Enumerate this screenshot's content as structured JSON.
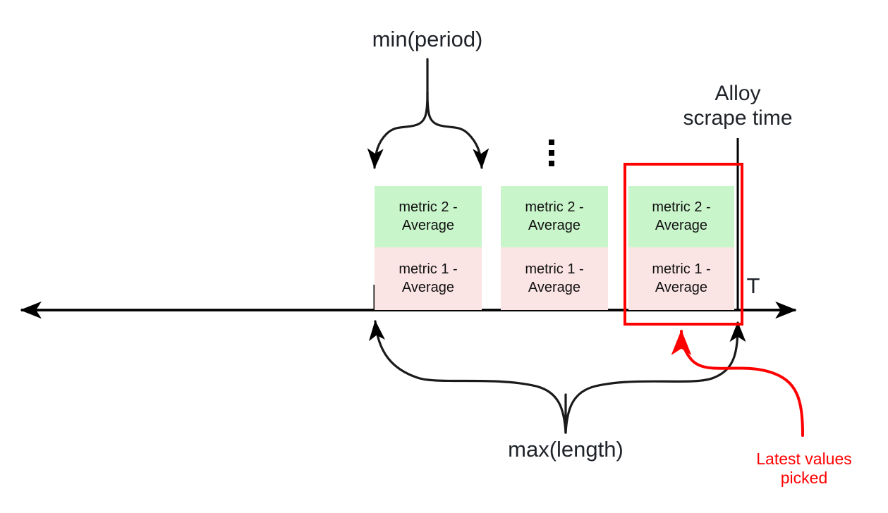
{
  "diagram": {
    "title_axis_label": "T",
    "colors": {
      "green": "#c9f5cb",
      "pink": "#fbe4e4",
      "red": "#ff0000",
      "ink": "#1f2329",
      "axis": "#000000"
    },
    "labels": {
      "min_period": "min(period)",
      "max_length": "max(length)",
      "alloy_scrape_time": "Alloy\nscrape time",
      "latest_values_picked": "Latest values\npicked",
      "axis_t": "T",
      "ellipsis": "⋮"
    },
    "metric_groups": [
      {
        "id": "group-1",
        "top_cell": "metric 2 -\nAverage",
        "bottom_cell": "metric 1 -\nAverage"
      },
      {
        "id": "group-2",
        "top_cell": "metric 2 -\nAverage",
        "bottom_cell": "metric 1 -\nAverage"
      },
      {
        "id": "group-3",
        "top_cell": "metric 2 -\nAverage",
        "bottom_cell": "metric 1 -\nAverage"
      }
    ],
    "annotations": {
      "min_period_brace_span": "group-1",
      "max_length_brace_span": "group-1-start to scrape-time",
      "highlight_box": "group-3"
    }
  }
}
